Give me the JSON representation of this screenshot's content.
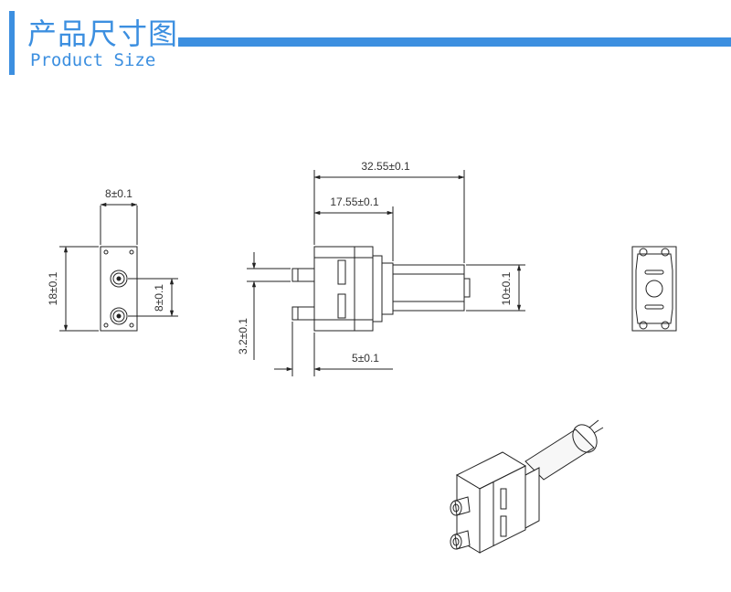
{
  "header": {
    "title_cn": "产品尺寸图",
    "title_en": "Product Size"
  },
  "dimensions": {
    "front_width": "8±0.1",
    "front_height": "18±0.1",
    "front_port_spacing": "8±0.1",
    "side_total_length": "32.55±0.1",
    "side_head_length": "17.55±0.1",
    "side_motor_height": "10±0.1",
    "side_port_offset": "3.2±0.1",
    "side_port_length": "5±0.1"
  },
  "colors": {
    "accent": "#3c8fe0",
    "line": "#222222"
  }
}
